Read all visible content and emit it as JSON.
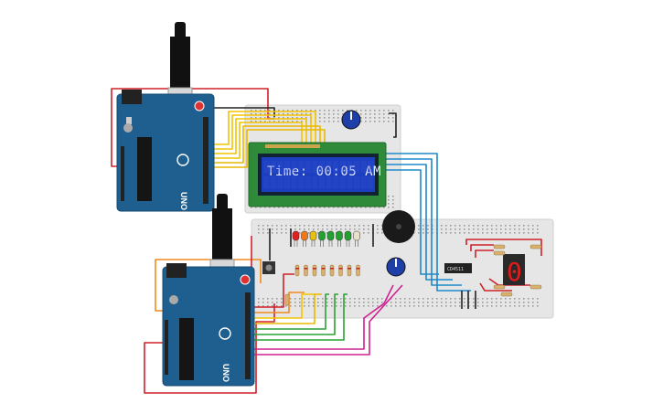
{
  "lcd": {
    "text": "Time: 00:05 AM"
  },
  "arduino_top": {
    "label": "UNO"
  },
  "arduino_bottom": {
    "label": "UNO"
  },
  "chip": {
    "label": "CD4511"
  },
  "seven_segment": {
    "digit": "0"
  },
  "colors": {
    "arduino_blue": "#1f5f8f",
    "lcd_green": "#2f8a3a",
    "lcd_screen": "#1c3fbf",
    "breadboard": "#e4e4e4",
    "wire_red": "#d0202a",
    "wire_yellow": "#f2c400",
    "wire_blue": "#1e88c8",
    "wire_green": "#2aa032",
    "wire_orange": "#f08a1e",
    "wire_magenta": "#d02090",
    "wire_black": "#222222"
  },
  "leds": [
    "red",
    "orange",
    "yellow",
    "green",
    "green",
    "green",
    "green",
    "white"
  ]
}
